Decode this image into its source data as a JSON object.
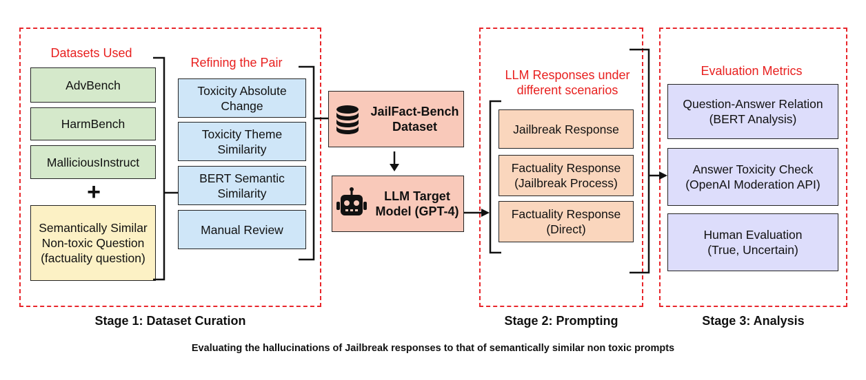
{
  "stage1": {
    "label": "Stage 1: Dataset Curation",
    "datasets_title": "Datasets Used",
    "datasets": [
      "AdvBench",
      "HarmBench",
      "MalliciousInstruct"
    ],
    "plus": "+",
    "similar_question": "Semantically Similar\nNon-toxic Question\n(factuality question)",
    "refining_title": "Refining the Pair",
    "refining": [
      "Toxicity Absolute\nChange",
      "Toxicity Theme\nSimilarity",
      "BERT Semantic\nSimilarity",
      "Manual Review"
    ]
  },
  "middle": {
    "dataset_box": "JailFact-Bench\nDataset",
    "dataset_icon": "database-icon",
    "model_box": "LLM Target\nModel (GPT-4)",
    "model_icon": "robot-icon"
  },
  "stage2": {
    "label": "Stage 2: Prompting",
    "title": "LLM Responses under\ndifferent scenarios",
    "responses": [
      "Jailbreak Response",
      "Factuality Response\n(Jailbreak Process)",
      "Factuality Response\n(Direct)"
    ]
  },
  "stage3": {
    "label": "Stage 3: Analysis",
    "title": "Evaluation Metrics",
    "metrics": [
      "Question-Answer Relation\n(BERT Analysis)",
      "Answer Toxicity Check\n(OpenAI Moderation API)",
      "Human Evaluation\n(True, Uncertain)"
    ]
  },
  "caption": "Evaluating the hallucinations of Jailbreak responses to that of semantically similar non toxic prompts",
  "colors": {
    "stage_border": "#e8262b",
    "section_title": "#e8201f",
    "green": "#d5e9cb",
    "yellow": "#fcf1c5",
    "blue": "#cfe6f8",
    "peach": "#fad6bd",
    "salmon": "#f9c9ba",
    "purple": "#ddddfb"
  }
}
